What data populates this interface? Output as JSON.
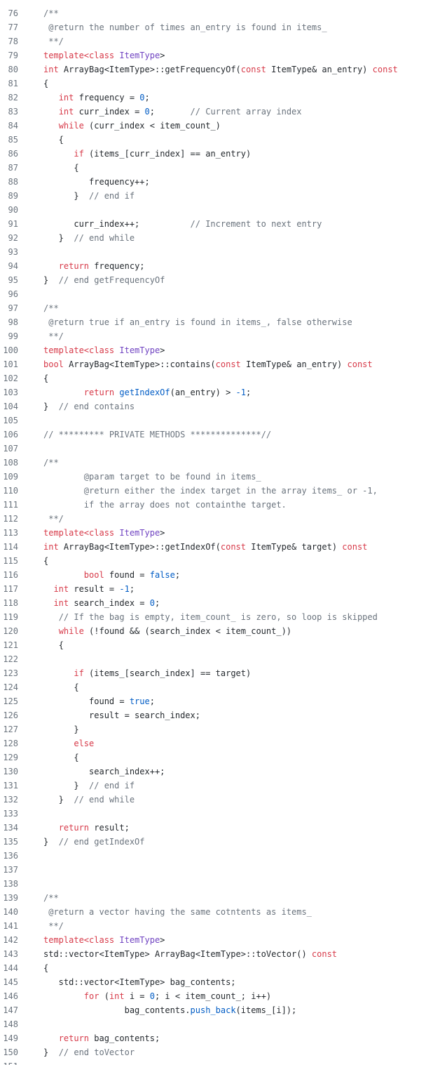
{
  "colors": {
    "background": "#ffffff",
    "plain": "#24292e",
    "keyword": "#d73a49",
    "type": "#6f42c1",
    "function": "#005cc5",
    "number": "#005cc5",
    "comment": "#6a737d",
    "line_number": "#6a737d"
  },
  "lines": [
    {
      "num": "76",
      "segs": [
        {
          "t": "/**",
          "c": "com"
        }
      ]
    },
    {
      "num": "77",
      "segs": [
        {
          "t": " @return the number of times an_entry is found in items_",
          "c": "com"
        }
      ]
    },
    {
      "num": "78",
      "segs": [
        {
          "t": " **/",
          "c": "com"
        }
      ]
    },
    {
      "num": "79",
      "segs": [
        {
          "t": "template<class ",
          "c": "kw"
        },
        {
          "t": "ItemType",
          "c": "type"
        },
        {
          "t": ">",
          "c": "plain"
        }
      ]
    },
    {
      "num": "80",
      "segs": [
        {
          "t": "int ",
          "c": "kw"
        },
        {
          "t": "ArrayBag<ItemType>::getFrequencyOf(",
          "c": "plain"
        },
        {
          "t": "const ",
          "c": "kw"
        },
        {
          "t": "ItemType& an_entry) ",
          "c": "plain"
        },
        {
          "t": "const",
          "c": "kw"
        }
      ]
    },
    {
      "num": "81",
      "segs": [
        {
          "t": "{",
          "c": "plain"
        }
      ]
    },
    {
      "num": "82",
      "segs": [
        {
          "t": "   ",
          "c": "plain"
        },
        {
          "t": "int ",
          "c": "kw"
        },
        {
          "t": "frequency = ",
          "c": "plain"
        },
        {
          "t": "0",
          "c": "num"
        },
        {
          "t": ";",
          "c": "plain"
        }
      ]
    },
    {
      "num": "83",
      "segs": [
        {
          "t": "   ",
          "c": "plain"
        },
        {
          "t": "int ",
          "c": "kw"
        },
        {
          "t": "curr_index = ",
          "c": "plain"
        },
        {
          "t": "0",
          "c": "num"
        },
        {
          "t": ";       ",
          "c": "plain"
        },
        {
          "t": "// Current array index",
          "c": "com"
        }
      ]
    },
    {
      "num": "84",
      "segs": [
        {
          "t": "   ",
          "c": "plain"
        },
        {
          "t": "while ",
          "c": "kw"
        },
        {
          "t": "(curr_index < item_count_)",
          "c": "plain"
        }
      ]
    },
    {
      "num": "85",
      "segs": [
        {
          "t": "   {",
          "c": "plain"
        }
      ]
    },
    {
      "num": "86",
      "segs": [
        {
          "t": "      ",
          "c": "plain"
        },
        {
          "t": "if ",
          "c": "kw"
        },
        {
          "t": "(items_[curr_index] == an_entry)",
          "c": "plain"
        }
      ]
    },
    {
      "num": "87",
      "segs": [
        {
          "t": "      {",
          "c": "plain"
        }
      ]
    },
    {
      "num": "88",
      "segs": [
        {
          "t": "         frequency++;",
          "c": "plain"
        }
      ]
    },
    {
      "num": "89",
      "segs": [
        {
          "t": "      }  ",
          "c": "plain"
        },
        {
          "t": "// end if",
          "c": "com"
        }
      ]
    },
    {
      "num": "90",
      "segs": []
    },
    {
      "num": "91",
      "segs": [
        {
          "t": "      curr_index++;          ",
          "c": "plain"
        },
        {
          "t": "// Increment to next entry",
          "c": "com"
        }
      ]
    },
    {
      "num": "92",
      "segs": [
        {
          "t": "   }  ",
          "c": "plain"
        },
        {
          "t": "// end while",
          "c": "com"
        }
      ]
    },
    {
      "num": "93",
      "segs": []
    },
    {
      "num": "94",
      "segs": [
        {
          "t": "   ",
          "c": "plain"
        },
        {
          "t": "return ",
          "c": "kw"
        },
        {
          "t": "frequency;",
          "c": "plain"
        }
      ]
    },
    {
      "num": "95",
      "segs": [
        {
          "t": "}  ",
          "c": "plain"
        },
        {
          "t": "// end getFrequencyOf",
          "c": "com"
        }
      ]
    },
    {
      "num": "96",
      "segs": []
    },
    {
      "num": "97",
      "segs": [
        {
          "t": "/**",
          "c": "com"
        }
      ]
    },
    {
      "num": "98",
      "segs": [
        {
          "t": " @return true if an_entry is found in items_, false otherwise",
          "c": "com"
        }
      ]
    },
    {
      "num": "99",
      "segs": [
        {
          "t": " **/",
          "c": "com"
        }
      ]
    },
    {
      "num": "100",
      "segs": [
        {
          "t": "template<class ",
          "c": "kw"
        },
        {
          "t": "ItemType",
          "c": "type"
        },
        {
          "t": ">",
          "c": "plain"
        }
      ]
    },
    {
      "num": "101",
      "segs": [
        {
          "t": "bool ",
          "c": "kw"
        },
        {
          "t": "ArrayBag<ItemType>::contains(",
          "c": "plain"
        },
        {
          "t": "const ",
          "c": "kw"
        },
        {
          "t": "ItemType& an_entry) ",
          "c": "plain"
        },
        {
          "t": "const",
          "c": "kw"
        }
      ]
    },
    {
      "num": "102",
      "segs": [
        {
          "t": "{",
          "c": "plain"
        }
      ]
    },
    {
      "num": "103",
      "segs": [
        {
          "t": "        ",
          "c": "plain"
        },
        {
          "t": "return ",
          "c": "kw"
        },
        {
          "t": "getIndexOf",
          "c": "fn"
        },
        {
          "t": "(an_entry) > ",
          "c": "plain"
        },
        {
          "t": "-1",
          "c": "num"
        },
        {
          "t": ";",
          "c": "plain"
        }
      ]
    },
    {
      "num": "104",
      "segs": [
        {
          "t": "}  ",
          "c": "plain"
        },
        {
          "t": "// end contains",
          "c": "com"
        }
      ]
    },
    {
      "num": "105",
      "segs": []
    },
    {
      "num": "106",
      "segs": [
        {
          "t": "// ********* PRIVATE METHODS **************//",
          "c": "com"
        }
      ]
    },
    {
      "num": "107",
      "segs": []
    },
    {
      "num": "108",
      "segs": [
        {
          "t": "/**",
          "c": "com"
        }
      ]
    },
    {
      "num": "109",
      "segs": [
        {
          "t": "        @param target to be found in items_",
          "c": "com"
        }
      ]
    },
    {
      "num": "110",
      "segs": [
        {
          "t": "        @return either the index target in the array items_ or -1,",
          "c": "com"
        }
      ]
    },
    {
      "num": "111",
      "segs": [
        {
          "t": "        if the array does not containthe target.",
          "c": "com"
        }
      ]
    },
    {
      "num": "112",
      "segs": [
        {
          "t": " **/",
          "c": "com"
        }
      ]
    },
    {
      "num": "113",
      "segs": [
        {
          "t": "template<class ",
          "c": "kw"
        },
        {
          "t": "ItemType",
          "c": "type"
        },
        {
          "t": ">",
          "c": "plain"
        }
      ]
    },
    {
      "num": "114",
      "segs": [
        {
          "t": "int ",
          "c": "kw"
        },
        {
          "t": "ArrayBag<ItemType>::getIndexOf(",
          "c": "plain"
        },
        {
          "t": "const ",
          "c": "kw"
        },
        {
          "t": "ItemType& target) ",
          "c": "plain"
        },
        {
          "t": "const",
          "c": "kw"
        }
      ]
    },
    {
      "num": "115",
      "segs": [
        {
          "t": "{",
          "c": "plain"
        }
      ]
    },
    {
      "num": "116",
      "segs": [
        {
          "t": "        ",
          "c": "plain"
        },
        {
          "t": "bool ",
          "c": "kw"
        },
        {
          "t": "found = ",
          "c": "plain"
        },
        {
          "t": "false",
          "c": "num"
        },
        {
          "t": ";",
          "c": "plain"
        }
      ]
    },
    {
      "num": "117",
      "segs": [
        {
          "t": "  ",
          "c": "plain"
        },
        {
          "t": "int ",
          "c": "kw"
        },
        {
          "t": "result = ",
          "c": "plain"
        },
        {
          "t": "-1",
          "c": "num"
        },
        {
          "t": ";",
          "c": "plain"
        }
      ]
    },
    {
      "num": "118",
      "segs": [
        {
          "t": "  ",
          "c": "plain"
        },
        {
          "t": "int ",
          "c": "kw"
        },
        {
          "t": "search_index = ",
          "c": "plain"
        },
        {
          "t": "0",
          "c": "num"
        },
        {
          "t": ";",
          "c": "plain"
        }
      ]
    },
    {
      "num": "119",
      "segs": [
        {
          "t": "   ",
          "c": "plain"
        },
        {
          "t": "// If the bag is empty, item_count_ is zero, so loop is skipped",
          "c": "com"
        }
      ]
    },
    {
      "num": "120",
      "segs": [
        {
          "t": "   ",
          "c": "plain"
        },
        {
          "t": "while ",
          "c": "kw"
        },
        {
          "t": "(!found && (search_index < item_count_))",
          "c": "plain"
        }
      ]
    },
    {
      "num": "121",
      "segs": [
        {
          "t": "   {",
          "c": "plain"
        }
      ]
    },
    {
      "num": "122",
      "segs": []
    },
    {
      "num": "123",
      "segs": [
        {
          "t": "      ",
          "c": "plain"
        },
        {
          "t": "if ",
          "c": "kw"
        },
        {
          "t": "(items_[search_index] == target)",
          "c": "plain"
        }
      ]
    },
    {
      "num": "124",
      "segs": [
        {
          "t": "      {",
          "c": "plain"
        }
      ]
    },
    {
      "num": "125",
      "segs": [
        {
          "t": "         found = ",
          "c": "plain"
        },
        {
          "t": "true",
          "c": "num"
        },
        {
          "t": ";",
          "c": "plain"
        }
      ]
    },
    {
      "num": "126",
      "segs": [
        {
          "t": "         result = search_index;",
          "c": "plain"
        }
      ]
    },
    {
      "num": "127",
      "segs": [
        {
          "t": "      }",
          "c": "plain"
        }
      ]
    },
    {
      "num": "128",
      "segs": [
        {
          "t": "      ",
          "c": "plain"
        },
        {
          "t": "else",
          "c": "kw"
        }
      ]
    },
    {
      "num": "129",
      "segs": [
        {
          "t": "      {",
          "c": "plain"
        }
      ]
    },
    {
      "num": "130",
      "segs": [
        {
          "t": "         search_index++;",
          "c": "plain"
        }
      ]
    },
    {
      "num": "131",
      "segs": [
        {
          "t": "      }  ",
          "c": "plain"
        },
        {
          "t": "// end if",
          "c": "com"
        }
      ]
    },
    {
      "num": "132",
      "segs": [
        {
          "t": "   }  ",
          "c": "plain"
        },
        {
          "t": "// end while",
          "c": "com"
        }
      ]
    },
    {
      "num": "133",
      "segs": []
    },
    {
      "num": "134",
      "segs": [
        {
          "t": "   ",
          "c": "plain"
        },
        {
          "t": "return ",
          "c": "kw"
        },
        {
          "t": "result;",
          "c": "plain"
        }
      ]
    },
    {
      "num": "135",
      "segs": [
        {
          "t": "}  ",
          "c": "plain"
        },
        {
          "t": "// end getIndexOf",
          "c": "com"
        }
      ]
    },
    {
      "num": "136",
      "segs": []
    },
    {
      "num": "137",
      "segs": []
    },
    {
      "num": "138",
      "segs": []
    },
    {
      "num": "139",
      "segs": [
        {
          "t": "/**",
          "c": "com"
        }
      ]
    },
    {
      "num": "140",
      "segs": [
        {
          "t": " @return a vector having the same cotntents as items_",
          "c": "com"
        }
      ]
    },
    {
      "num": "141",
      "segs": [
        {
          "t": " **/",
          "c": "com"
        }
      ]
    },
    {
      "num": "142",
      "segs": [
        {
          "t": "template<class ",
          "c": "kw"
        },
        {
          "t": "ItemType",
          "c": "type"
        },
        {
          "t": ">",
          "c": "plain"
        }
      ]
    },
    {
      "num": "143",
      "segs": [
        {
          "t": "std::vector<ItemType> ArrayBag<ItemType>::toVector() ",
          "c": "plain"
        },
        {
          "t": "const",
          "c": "kw"
        }
      ]
    },
    {
      "num": "144",
      "segs": [
        {
          "t": "{",
          "c": "plain"
        }
      ]
    },
    {
      "num": "145",
      "segs": [
        {
          "t": "   std::vector<ItemType> bag_contents;",
          "c": "plain"
        }
      ]
    },
    {
      "num": "146",
      "segs": [
        {
          "t": "        ",
          "c": "plain"
        },
        {
          "t": "for ",
          "c": "kw"
        },
        {
          "t": "(",
          "c": "plain"
        },
        {
          "t": "int ",
          "c": "kw"
        },
        {
          "t": "i = ",
          "c": "plain"
        },
        {
          "t": "0",
          "c": "num"
        },
        {
          "t": "; i < item_count_; i++)",
          "c": "plain"
        }
      ]
    },
    {
      "num": "147",
      "segs": [
        {
          "t": "                bag_contents.",
          "c": "plain"
        },
        {
          "t": "push_back",
          "c": "fn"
        },
        {
          "t": "(items_[i]);",
          "c": "plain"
        }
      ]
    },
    {
      "num": "148",
      "segs": []
    },
    {
      "num": "149",
      "segs": [
        {
          "t": "   ",
          "c": "plain"
        },
        {
          "t": "return ",
          "c": "kw"
        },
        {
          "t": "bag_contents;",
          "c": "plain"
        }
      ]
    },
    {
      "num": "150",
      "segs": [
        {
          "t": "}  ",
          "c": "plain"
        },
        {
          "t": "// end toVector",
          "c": "com"
        }
      ]
    },
    {
      "num": "151",
      "segs": []
    }
  ]
}
